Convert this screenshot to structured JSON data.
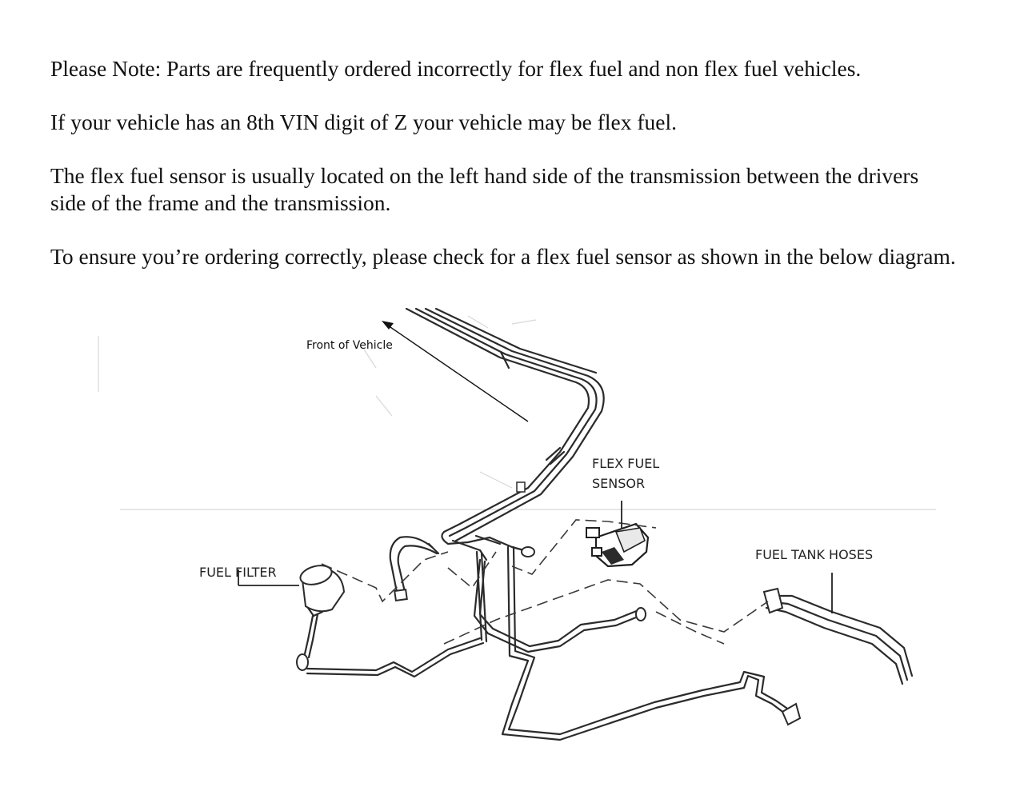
{
  "notes": {
    "line1": "Please Note: Parts are frequently ordered incorrectly for flex fuel and non flex fuel vehicles.",
    "line2": "If your vehicle has an 8th VIN digit of Z your vehicle may be flex fuel.",
    "line3a": "The flex fuel sensor is usually located on the left hand side of the transmission between the drivers",
    "line3b": "side of the frame and the transmission.",
    "line4": "To ensure you’re ordering correctly, please check for a flex fuel sensor as shown in the below diagram."
  },
  "diagram": {
    "front_label": "Front of Vehicle",
    "flex_label_1": "FLEX FUEL",
    "flex_label_2": "SENSOR",
    "filter_label": "FUEL FILTER",
    "tank_label": "FUEL TANK HOSES"
  }
}
